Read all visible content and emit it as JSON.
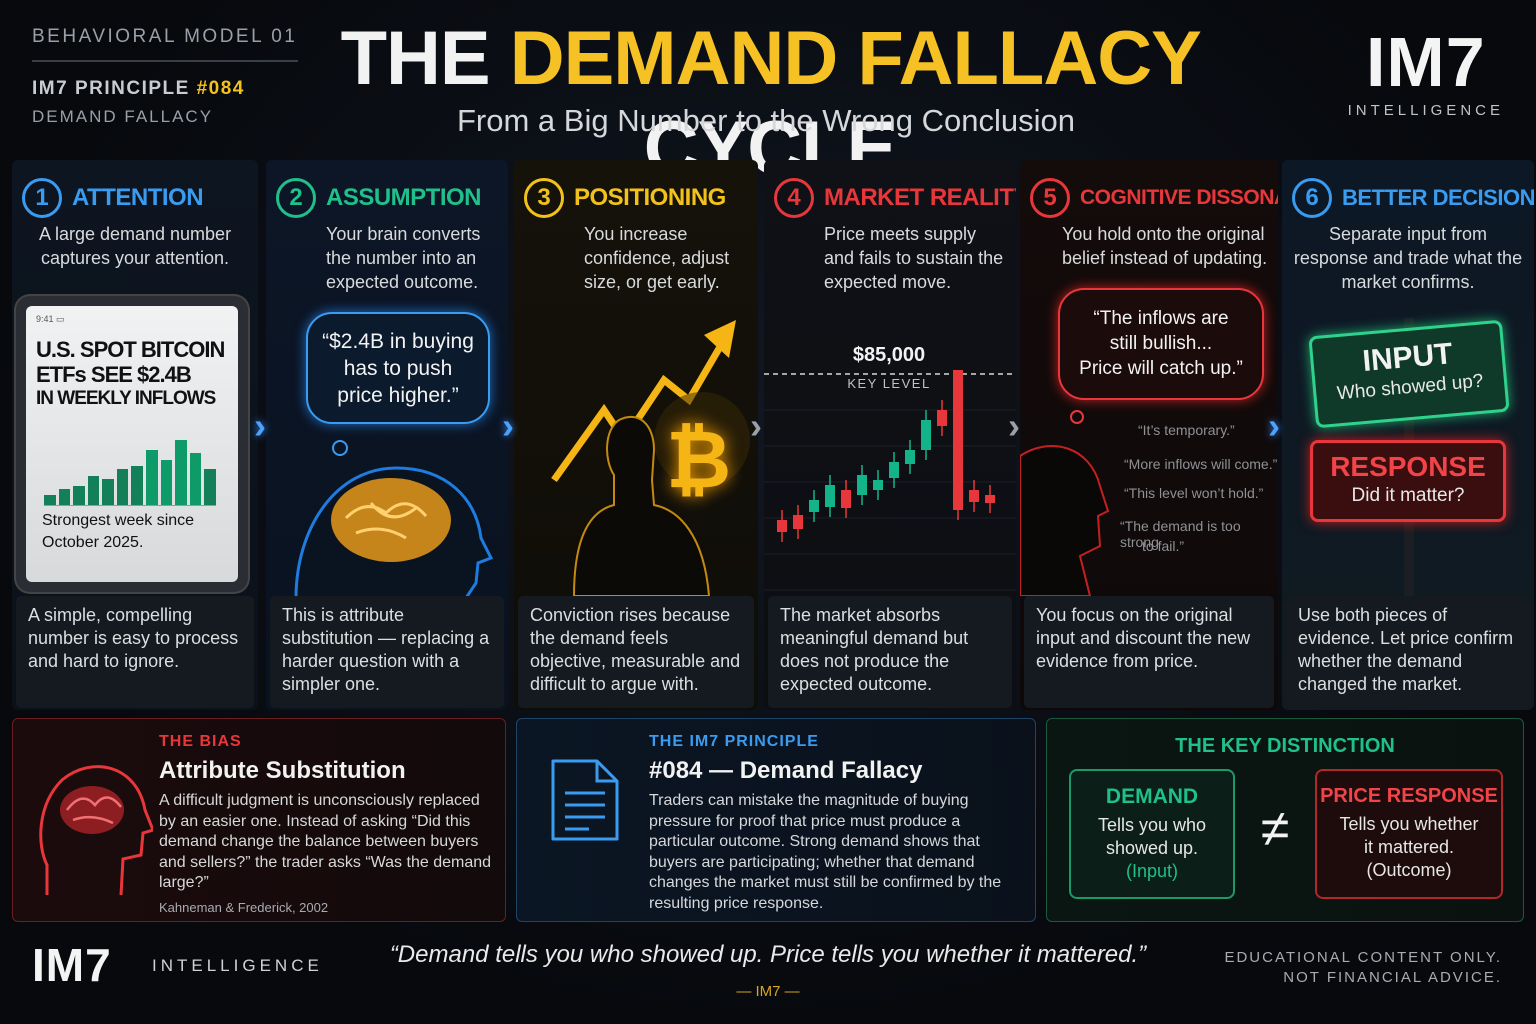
{
  "header": {
    "model_tag": "BEHAVIORAL MODEL 01",
    "principle_prefix": "IM7 PRINCIPLE",
    "principle_num": "#084",
    "principle_sub": "DEMAND FALLACY",
    "title_left": "THE",
    "title_gold": "DEMAND FALLACY",
    "title_right": "CYCLE",
    "subtitle": "From a Big Number to the Wrong Conclusion",
    "brand": "IM7",
    "brand_sub": "INTELLIGENCE"
  },
  "steps": [
    {
      "num": "1",
      "title": "ATTENTION",
      "color": "#3a9cf0",
      "desc": "A large demand number captures your attention.",
      "foot": "A simple, compelling number is easy to process and hard to ignore."
    },
    {
      "num": "2",
      "title": "ASSUMPTION",
      "color": "#1fc08a",
      "desc": "Your brain converts the number into an expected outcome.",
      "foot": "This is attribute substitution — replacing a harder question with a simpler one."
    },
    {
      "num": "3",
      "title": "POSITIONING",
      "color": "#f2c21a",
      "desc": "You increase confidence, adjust size, or get early.",
      "foot": "Conviction rises because the demand feels objective, measurable and difficult to argue with."
    },
    {
      "num": "4",
      "title": "MARKET REALITY",
      "color": "#e8373b",
      "desc": "Price meets supply and fails to sustain the expected move.",
      "foot": "The market absorbs meaningful demand but does not produce the expected outcome."
    },
    {
      "num": "5",
      "title": "COGNITIVE DISSONANCE",
      "color": "#e8373b",
      "desc": "You hold onto the original belief instead of updating.",
      "foot": "You focus on the original input and discount the new evidence from price."
    },
    {
      "num": "6",
      "title": "BETTER DECISION",
      "color": "#3a9cf0",
      "desc": "Separate input from response and trade what the market confirms.",
      "foot": "Use both pieces of evidence. Let price confirm whether the demand changed the market."
    }
  ],
  "tablet": {
    "status": "9:41 ▭",
    "headline": [
      "U.S. SPOT BITCOIN",
      "ETFs SEE $2.4B",
      "IN WEEKLY INFLOWS"
    ],
    "bars": [
      0.15,
      0.25,
      0.3,
      0.45,
      0.4,
      0.55,
      0.6,
      0.85,
      0.7,
      1.0,
      0.8,
      0.55
    ],
    "caption": [
      "Strongest week since",
      "October 2025."
    ]
  },
  "bubble2": [
    "“$2.4B in buying",
    "has to push",
    "price higher.”"
  ],
  "chart4": {
    "level": "$85,000",
    "level_label": "KEY LEVEL"
  },
  "bubble5": [
    "“The inflows are",
    "still bullish...",
    "Price will catch up.”"
  ],
  "thoughts5": [
    "“It’s temporary.”",
    "“More inflows will come.”",
    "“This level won’t hold.”",
    "“The demand is too strong",
    "to fail.”"
  ],
  "signs6": {
    "input_title": "INPUT",
    "input_sub": "Who showed up?",
    "response_title": "RESPONSE",
    "response_sub": "Did it matter?"
  },
  "bias": {
    "kicker": "THE BIAS",
    "head": "Attribute Substitution",
    "body": "A difficult judgment is unconsciously replaced by an easier one. Instead of asking “Did this demand change the balance between buyers and sellers?” the trader asks “Was the demand large?”",
    "cite": "Kahneman & Frederick, 2002"
  },
  "principle": {
    "kicker": "THE IM7 PRINCIPLE",
    "head": "#084 — Demand Fallacy",
    "body": "Traders can mistake the magnitude of buying pressure for proof that price must produce a particular outcome. Strong demand shows that buyers are participating; whether that demand changes the market must still be confirmed by the resulting price response."
  },
  "distinction": {
    "kicker": "THE KEY DISTINCTION",
    "left_title": "DEMAND",
    "left_body": [
      "Tells you who",
      "showed up.",
      "(Input)"
    ],
    "symbol": "≠",
    "right_title": "PRICE RESPONSE",
    "right_body": [
      "Tells you whether",
      "it mattered.",
      "(Outcome)"
    ]
  },
  "footer": {
    "brand": "IM7",
    "brand_sub": "INTELLIGENCE",
    "quote": "“Demand tells you who showed up.  Price tells you whether it mattered.”",
    "attribution": "— IM7 —",
    "disclaimer_1": "EDUCATIONAL CONTENT ONLY.",
    "disclaimer_2": "NOT FINANCIAL ADVICE."
  },
  "colors": {
    "gold": "#f5c124",
    "blue": "#3a9cf0",
    "green": "#1fc08a",
    "red": "#e8373b"
  }
}
